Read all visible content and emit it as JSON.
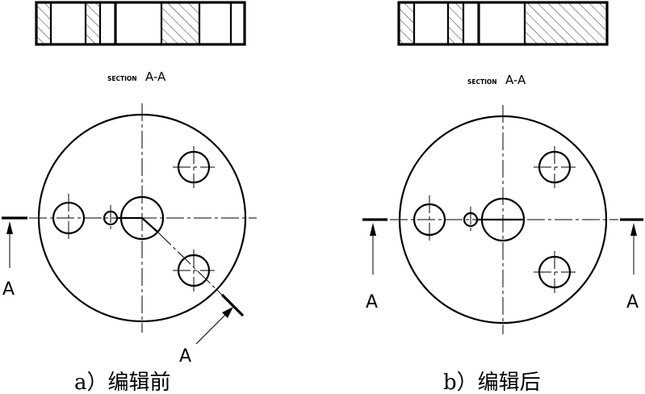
{
  "figure_a": {
    "section_prefix": "SECTION",
    "section_name": "A-A",
    "cut_label_left": "A",
    "cut_label_right": "A",
    "caption": "a）编辑前"
  },
  "figure_b": {
    "section_prefix": "SECTION",
    "section_name": "A-A",
    "cut_label_left": "A",
    "cut_label_right": "A",
    "caption": "b）编辑后"
  },
  "colors": {
    "ink": "#000000",
    "background": "#ffffff"
  }
}
